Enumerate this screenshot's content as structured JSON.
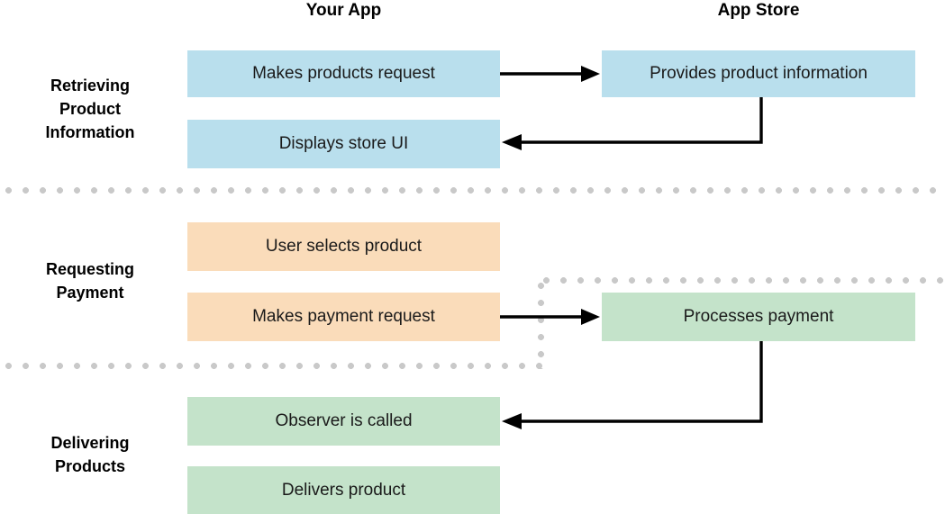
{
  "diagram": {
    "title_columns": [
      {
        "id": "your-app",
        "label": "Your App"
      },
      {
        "id": "app-store",
        "label": "App Store"
      }
    ],
    "phases": [
      {
        "id": "retrieving",
        "label": "Retrieving\nProduct\nInformation"
      },
      {
        "id": "requesting",
        "label": "Requesting\nPayment"
      },
      {
        "id": "delivering",
        "label": "Delivering\nProducts"
      }
    ],
    "steps": [
      {
        "id": "makes-products-request",
        "label": "Makes products request",
        "column": "your-app",
        "phase": "retrieving",
        "color": "#b9dfed"
      },
      {
        "id": "provides-product-info",
        "label": "Provides product information",
        "column": "app-store",
        "phase": "retrieving",
        "color": "#b9dfed"
      },
      {
        "id": "displays-store-ui",
        "label": "Displays store UI",
        "column": "your-app",
        "phase": "retrieving",
        "color": "#b9dfed"
      },
      {
        "id": "user-selects-product",
        "label": "User selects product",
        "column": "your-app",
        "phase": "requesting",
        "color": "#fadcba"
      },
      {
        "id": "makes-payment-request",
        "label": "Makes payment request",
        "column": "your-app",
        "phase": "requesting",
        "color": "#fadcba"
      },
      {
        "id": "processes-payment",
        "label": "Processes payment",
        "column": "app-store",
        "phase": "requesting",
        "color": "#c4e3ca"
      },
      {
        "id": "observer-is-called",
        "label": "Observer is called",
        "column": "your-app",
        "phase": "delivering",
        "color": "#c4e3ca"
      },
      {
        "id": "delivers-product",
        "label": "Delivers product",
        "column": "your-app",
        "phase": "delivering",
        "color": "#c4e3ca"
      }
    ],
    "flows": [
      {
        "id": "request-to-store",
        "from": "makes-products-request",
        "to": "provides-product-info",
        "direction": "right"
      },
      {
        "id": "info-back-to-app",
        "from": "provides-product-info",
        "to": "displays-store-ui",
        "direction": "left"
      },
      {
        "id": "payment-to-store",
        "from": "makes-payment-request",
        "to": "processes-payment",
        "direction": "right"
      },
      {
        "id": "payment-back-to-app",
        "from": "processes-payment",
        "to": "observer-is-called",
        "direction": "left"
      }
    ],
    "colors": {
      "blue": "#b9dfed",
      "orange": "#fadcba",
      "green": "#c4e3ca",
      "dotted": "#c9c9c9",
      "arrow": "#000000",
      "text": "#1a1a1a",
      "background": "#ffffff"
    }
  }
}
